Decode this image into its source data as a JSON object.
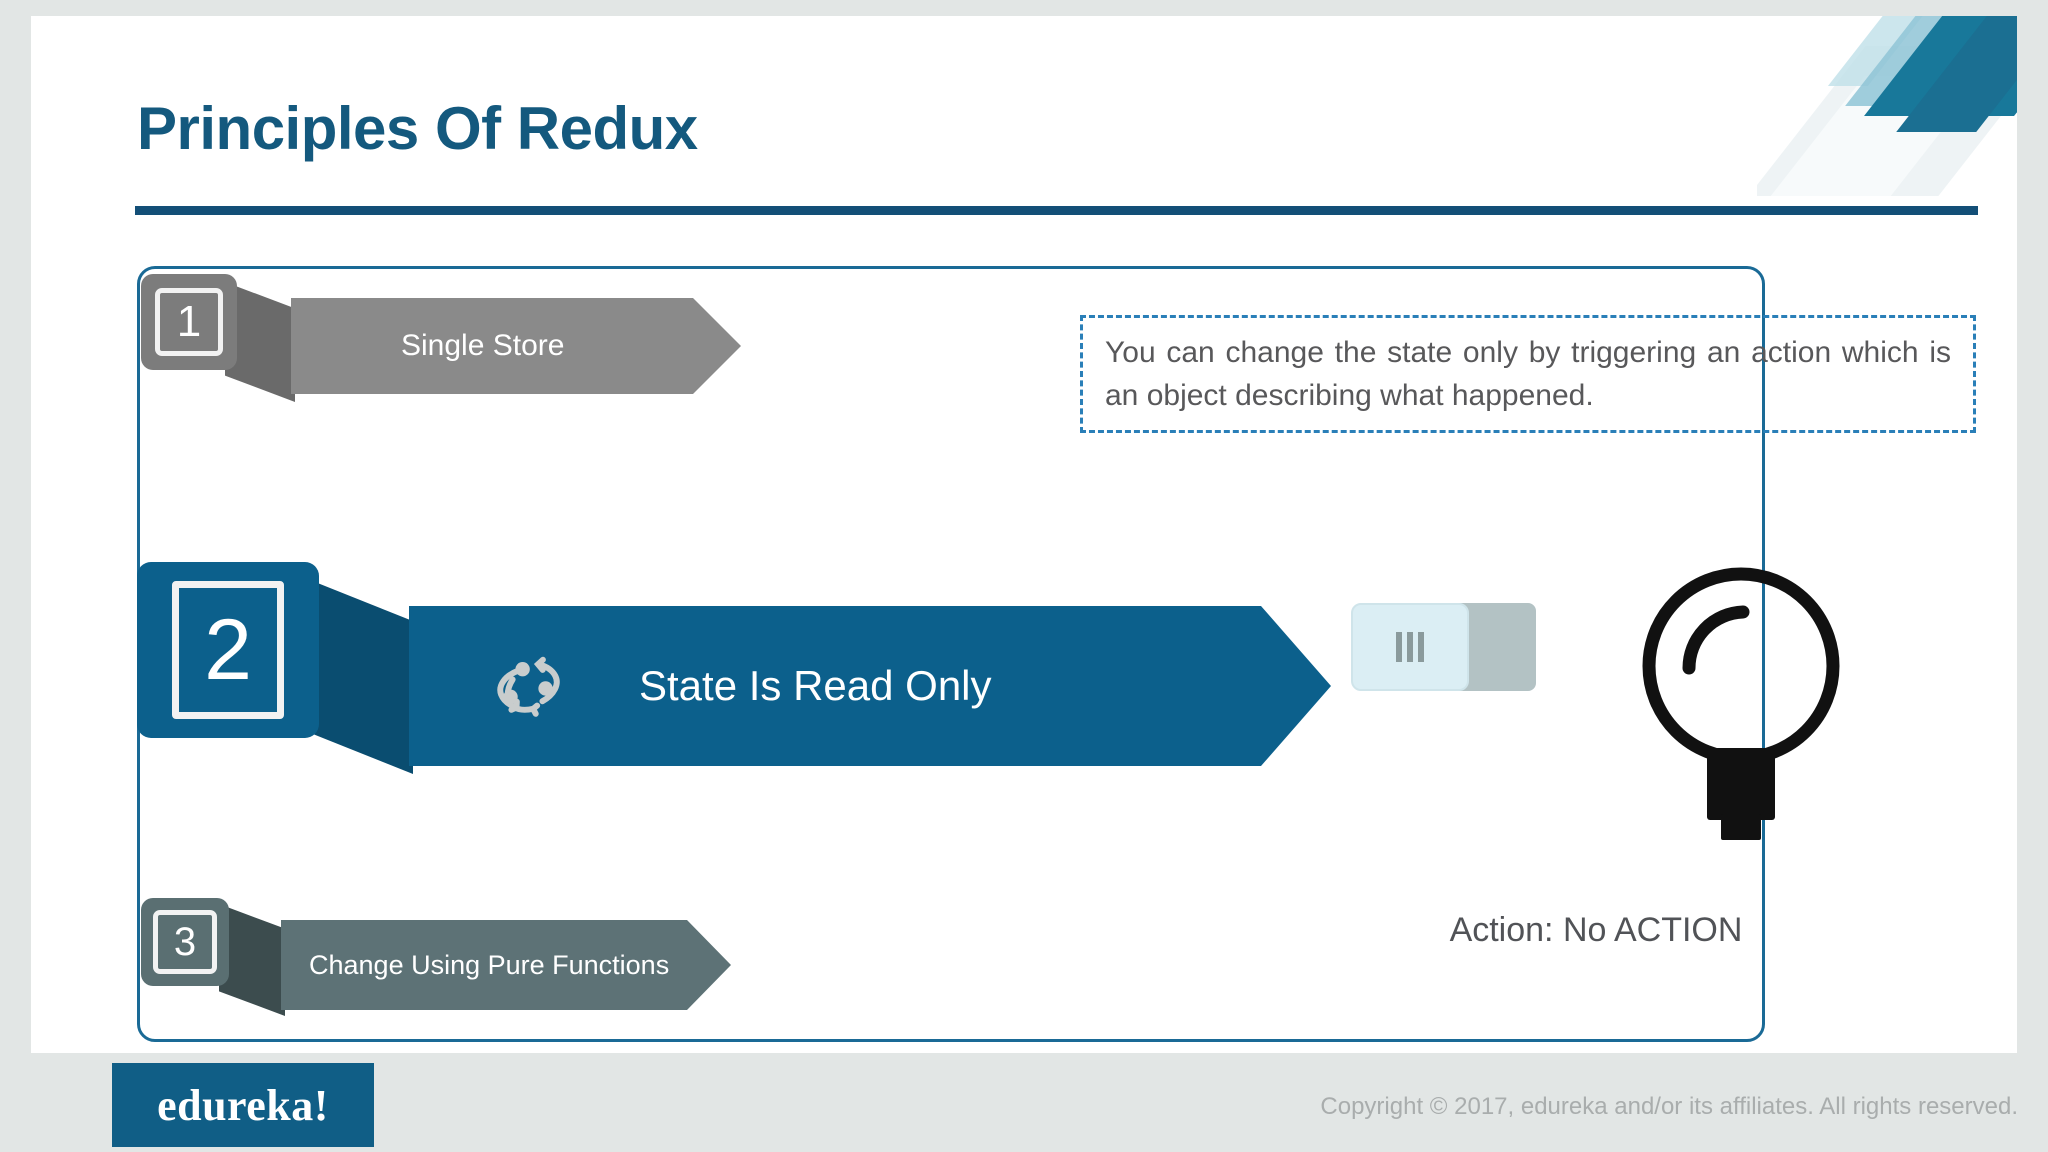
{
  "slide": {
    "title": "Principles Of Redux",
    "accent_color": "#14597e",
    "rule_color": "#134f77",
    "frame_border_color": "#1a6a96"
  },
  "principles": [
    {
      "number": "1",
      "label": "Single Store",
      "state": "inactive",
      "color": "#8a8a8a",
      "badge_color": "#7c7c7c"
    },
    {
      "number": "2",
      "label": "State Is Read Only",
      "state": "active",
      "color": "#0c608c",
      "badge_color": "#0c608c",
      "icon": "redux-logo-icon"
    },
    {
      "number": "3",
      "label": "Change Using Pure Functions",
      "state": "inactive",
      "color": "#5d7276",
      "badge_color": "#5a6f72"
    }
  ],
  "callout": {
    "text": "You can change the state only by triggering an action which is an object describing what happened.",
    "border_color": "#2a7fb8"
  },
  "right_panel": {
    "switch_icon": "light-switch-icon",
    "bulb_icon": "light-bulb-off-icon",
    "action_status": "Action: No ACTION"
  },
  "footer": {
    "logo_text": "edureka!",
    "logo_bg": "#105e86",
    "copyright": "Copyright © 2017, edureka and/or its affiliates. All rights reserved."
  }
}
